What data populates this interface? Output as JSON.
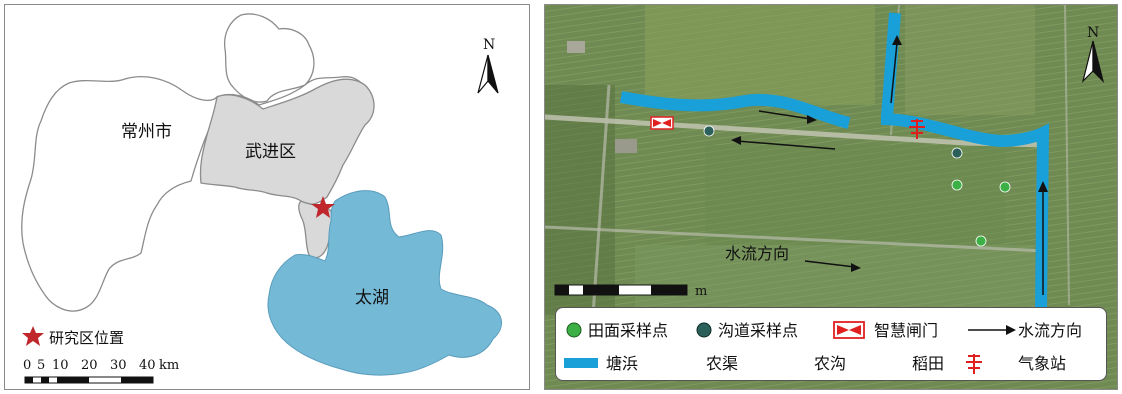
{
  "left_map": {
    "labels": {
      "changzhou": "常州市",
      "wujin": "武进区",
      "taihu": "太湖",
      "north": "N"
    },
    "legend": {
      "star_label": "研究区位置"
    },
    "scale": {
      "ticks": [
        "0",
        "5",
        "10",
        "20",
        "30",
        "40"
      ],
      "unit": "km"
    }
  },
  "right_map": {
    "north": "N",
    "flow_label": "水流方向",
    "scale_unit": "m",
    "legend": {
      "field_sample": "田面采样点",
      "ditch_sample": "沟道采样点",
      "smart_gate": "智慧闸门",
      "water_flow": "水流方向",
      "tangbang": "塘浜",
      "canal": "农渠",
      "ditch": "农沟",
      "paddy": "稻田",
      "weather": "气象站"
    }
  },
  "colors": {
    "lake": "#74b9d6",
    "district": "#d9d9d9",
    "star": "#c0272d",
    "water_channel": "#1aa0d8",
    "field_point": "#3cb045",
    "ditch_point": "#2b5f5a",
    "gate": "#e02020"
  }
}
